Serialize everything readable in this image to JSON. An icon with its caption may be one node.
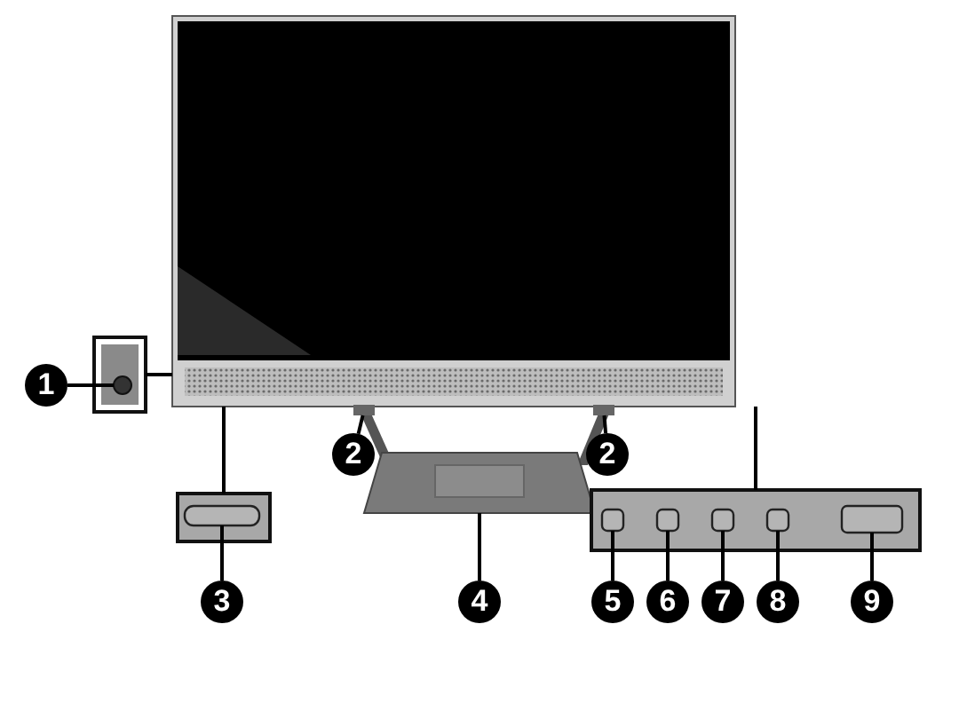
{
  "diagram": {
    "nodes": [
      {
        "text": [],
        "shape": "picture"
      },
      {
        "text": [],
        "shape": "box"
      },
      {
        "text": [
          "1"
        ]
      },
      {
        "text": [],
        "shape": "circle",
        "in": 1
      },
      {
        "text": [
          "2"
        ]
      },
      {
        "text": [],
        "shape": "bar"
      },
      {
        "text": [
          "2"
        ]
      },
      {
        "text": [],
        "shape": "bar"
      },
      {
        "text": [],
        "shape": "box"
      },
      {
        "text": [
          "3"
        ]
      },
      {
        "text": [],
        "shape": "box",
        "in": 8
      },
      {
        "text": [
          "4"
        ]
      },
      {
        "text": [],
        "shape": "box"
      },
      {
        "text": [],
        "shape": "box"
      },
      {
        "text": [
          "5"
        ]
      },
      {
        "text": [],
        "shape": "box",
        "in": 13
      },
      {
        "text": [
          "6"
        ]
      },
      {
        "text": [],
        "shape": "box",
        "in": 13
      },
      {
        "text": [
          "7"
        ]
      },
      {
        "text": [],
        "shape": "box",
        "in": 13
      },
      {
        "text": [
          "8"
        ]
      },
      {
        "text": [],
        "shape": "box",
        "in": 13
      },
      {
        "text": [
          "9"
        ]
      },
      {
        "text": [],
        "shape": "box",
        "in": 13
      }
    ],
    "edges": [
      {
        "from": 1,
        "to": 0,
        "arrow": "none"
      },
      {
        "from": 2,
        "to": 3,
        "arrow": "none"
      },
      {
        "from": 4,
        "to": 5,
        "arrow": "none"
      },
      {
        "from": 6,
        "to": 7,
        "arrow": "none"
      },
      {
        "from": 0,
        "to": 8,
        "arrow": "none"
      },
      {
        "from": 9,
        "to": 10,
        "arrow": "none"
      },
      {
        "from": 11,
        "to": 12,
        "arrow": "none"
      },
      {
        "from": 0,
        "to": 13,
        "arrow": "none"
      },
      {
        "from": 14,
        "to": 15,
        "arrow": "none"
      },
      {
        "from": 16,
        "to": 17,
        "arrow": "none"
      },
      {
        "from": 18,
        "to": 19,
        "arrow": "none"
      },
      {
        "from": 20,
        "to": 21,
        "arrow": "none"
      },
      {
        "from": 22,
        "to": 23,
        "arrow": "none"
      }
    ]
  }
}
